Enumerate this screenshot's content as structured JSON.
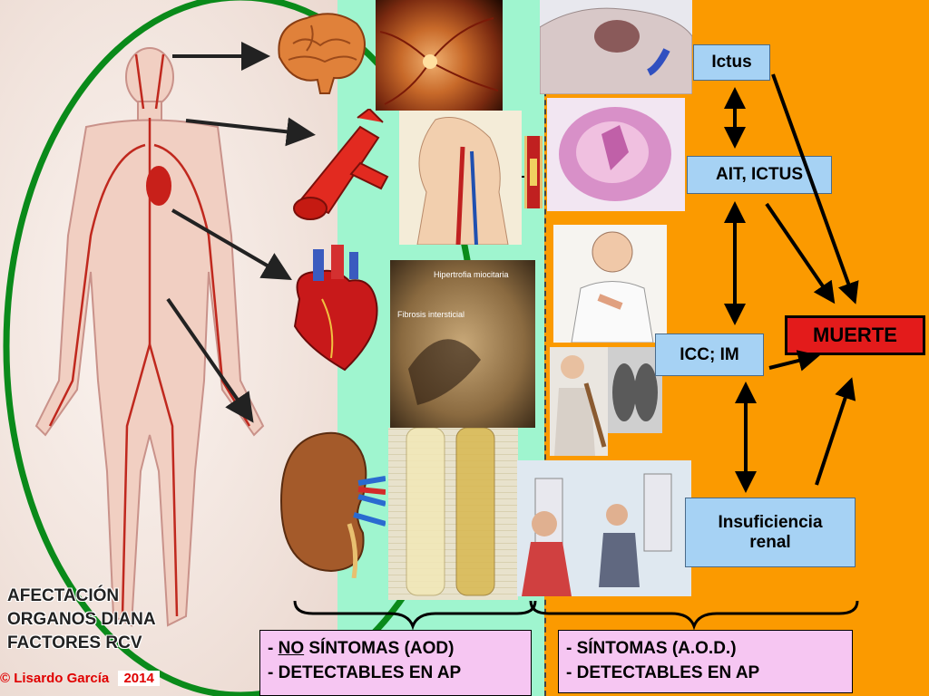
{
  "labels": {
    "ictus": "Ictus",
    "ait_ictus": "AIT, ICTUS",
    "icc_im": "ICC; IM",
    "insuficiencia_line1": "Insuficiencia",
    "insuficiencia_line2": "renal",
    "muerte": "MUERTE"
  },
  "afectacion": {
    "line1": "AFECTACIÓN",
    "line2": "ORGANOS DIANA",
    "line3": "FACTORES RCV"
  },
  "left_box": {
    "dash1": "- ",
    "no": "NO",
    "rest1": " SÍNTOMAS (AOD)",
    "line2": "- DETECTABLES EN AP"
  },
  "right_box": {
    "line1": "- SÍNTOMAS (A.O.D.)",
    "line2": "- DETECTABLES EN AP"
  },
  "photo_labels": {
    "hipertrofia": "Hipertrofia miocitaria",
    "fibrosis": "Fibrosis intersticial"
  },
  "copyright": {
    "symbol": "©",
    "author": " Lisardo García",
    "year": "2014"
  },
  "colors": {
    "mint": "#9ff5cf",
    "orange": "#fb9a00",
    "box_blue": "#a6d2f4",
    "death_red": "#e31b1b",
    "pink": "#f6c6f2",
    "ellipse_green": "#0a8a1a"
  }
}
